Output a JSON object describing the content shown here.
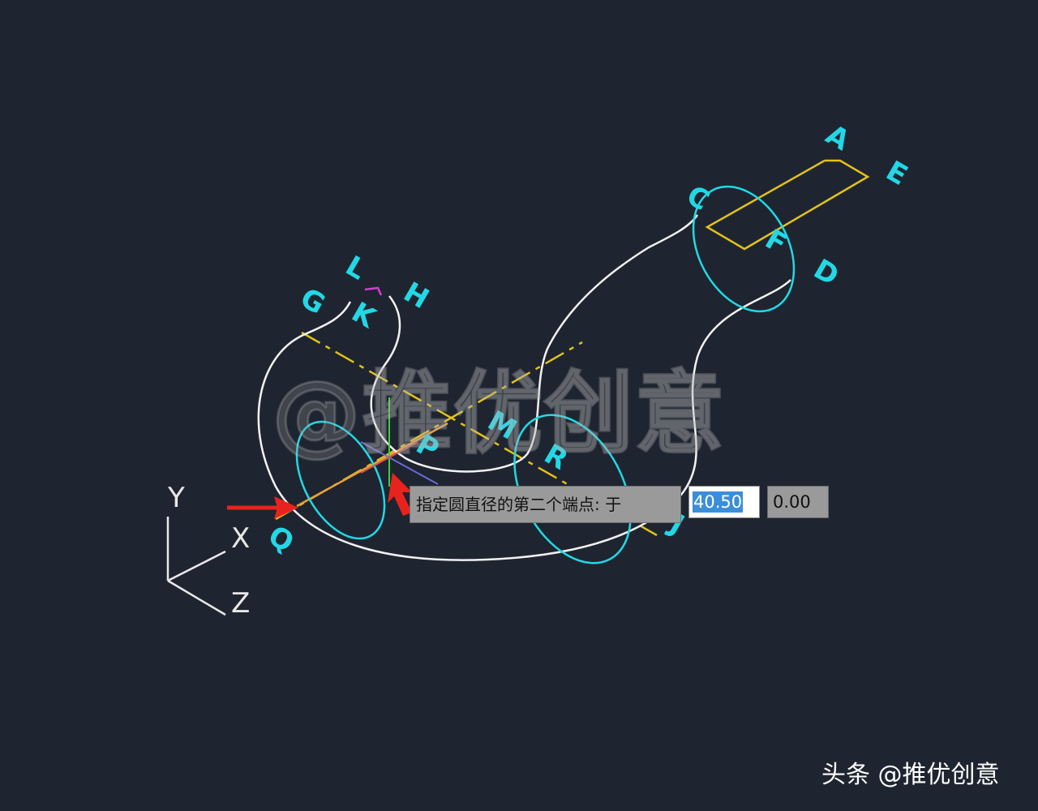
{
  "watermark": "@推优创意",
  "prompt": {
    "text": "指定圆直径的第二个端点: 于",
    "value_1": "40.50",
    "value_2": "0.00"
  },
  "point_labels": [
    "A",
    "E",
    "C",
    "F",
    "D",
    "L",
    "H",
    "G",
    "K",
    "M",
    "P",
    "R",
    "Q",
    "J"
  ],
  "ucs_axes": [
    "Y",
    "X",
    "Z"
  ],
  "footer": "头条 @推优创意",
  "colors": {
    "background": "#1f2530",
    "curve": "#f2f2f2",
    "circle": "#22d8e6",
    "centerline": "#e2c21a",
    "arrow": "#e8231e",
    "prompt_bg": "#9a9a9a",
    "selection": "#3b8ed8"
  }
}
